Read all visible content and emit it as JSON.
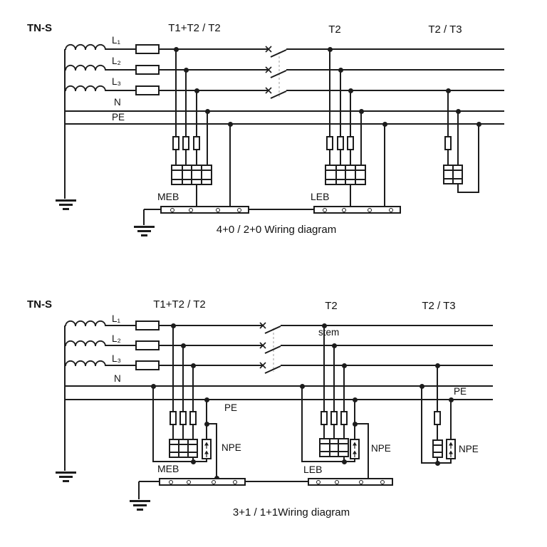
{
  "top_diagram": {
    "system_label": "TN-S",
    "section_labels": {
      "left": "T1+T2 / T2",
      "middle": "T2",
      "right": "T2 / T3"
    },
    "line_labels": {
      "l1": "L₁",
      "l2": "L₂",
      "l3": "L₃",
      "n": "N",
      "pe": "PE"
    },
    "bus_labels": {
      "meb": "MEB",
      "leb": "LEB"
    },
    "caption": "4+0 / 2+0 Wiring diagram"
  },
  "bottom_diagram": {
    "system_label": "TN-S",
    "section_labels": {
      "left": "T1+T2 / T2",
      "middle": "T2",
      "right": "T2 / T3"
    },
    "line_labels": {
      "l1": "L₁",
      "l2": "L₂",
      "l3": "L₃",
      "n": "N"
    },
    "pe_labels": {
      "left_section": "PE",
      "right_section": "PE"
    },
    "npe_labels": {
      "left": "NPE",
      "middle": "NPE",
      "right": "NPE"
    },
    "annotation": "stem",
    "bus_labels": {
      "meb": "MEB",
      "leb": "LEB"
    },
    "caption": "3+1 / 1+1Wiring diagram"
  }
}
